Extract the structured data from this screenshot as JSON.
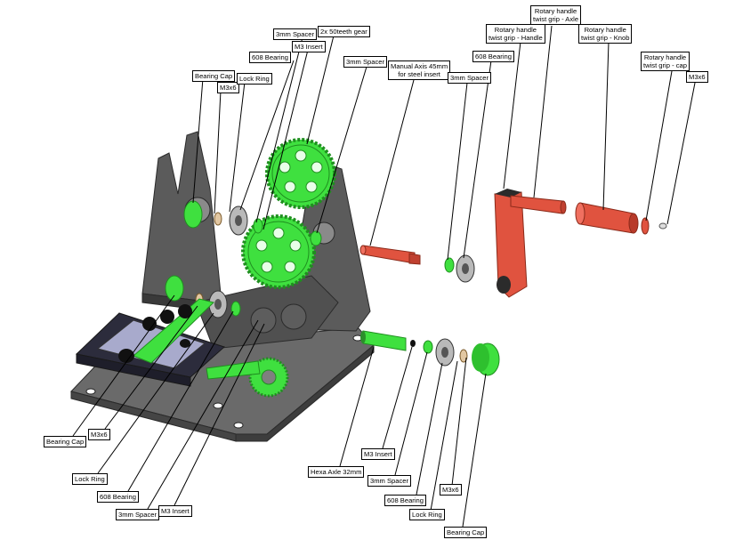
{
  "labels": {
    "bearing_cap_top": "Bearing Cap",
    "m3x6_top": "M3x6",
    "lock_ring_top": "Lock Ring",
    "bearing_608_top": "608 Bearing",
    "spacer_3mm_top": "3mm Spacer",
    "m3_insert_top": "M3 Insert",
    "gear_50": "2x 50teeth gear",
    "spacer_3mm_mid": "3mm Spacer",
    "manual_axis_line1": "Manual Axis 45mm",
    "manual_axis_line2": "for steel insert",
    "bearing_608_right": "608 Bearing",
    "spacer_3mm_right": "3mm Spacer",
    "grip_handle_line1": "Rotary handle",
    "grip_handle_line2": "twist grip - Handle",
    "grip_axle_line1": "Rotary handle",
    "grip_axle_line2": "twist grip - Axle",
    "grip_knob_line1": "Rotary handle",
    "grip_knob_line2": "twist grip - Knob",
    "grip_cap_line1": "Rotary handle",
    "grip_cap_line2": "twist grip - cap",
    "m3x6_right": "M3x6",
    "bearing_cap_left": "Bearing Cap",
    "m3x6_left": "M3x6",
    "lock_ring_left": "Lock Ring",
    "bearing_608_left": "608 Bearing",
    "spacer_3mm_bottom": "3mm Spacer",
    "m3_insert_bottom": "M3 Insert",
    "hexa_axle": "Hexa Axle 32mm",
    "m3_insert_lower": "M3 Insert",
    "spacer_3mm_lower": "3mm Spacer",
    "bearing_608_lower": "608 Bearing",
    "lock_ring_lower": "Lock Ring",
    "m3x6_lower": "M3x6",
    "bearing_cap_lower": "Bearing Cap"
  },
  "colors": {
    "frame": "#5b5b5b",
    "frame_dark": "#3a3a3a",
    "green": "#3fe03f",
    "red": "#e0533f",
    "red_dark": "#b83a2a",
    "bearing": "#b9b9b9",
    "brass": "#e2c7a2",
    "slider": "#2c2c3c"
  }
}
